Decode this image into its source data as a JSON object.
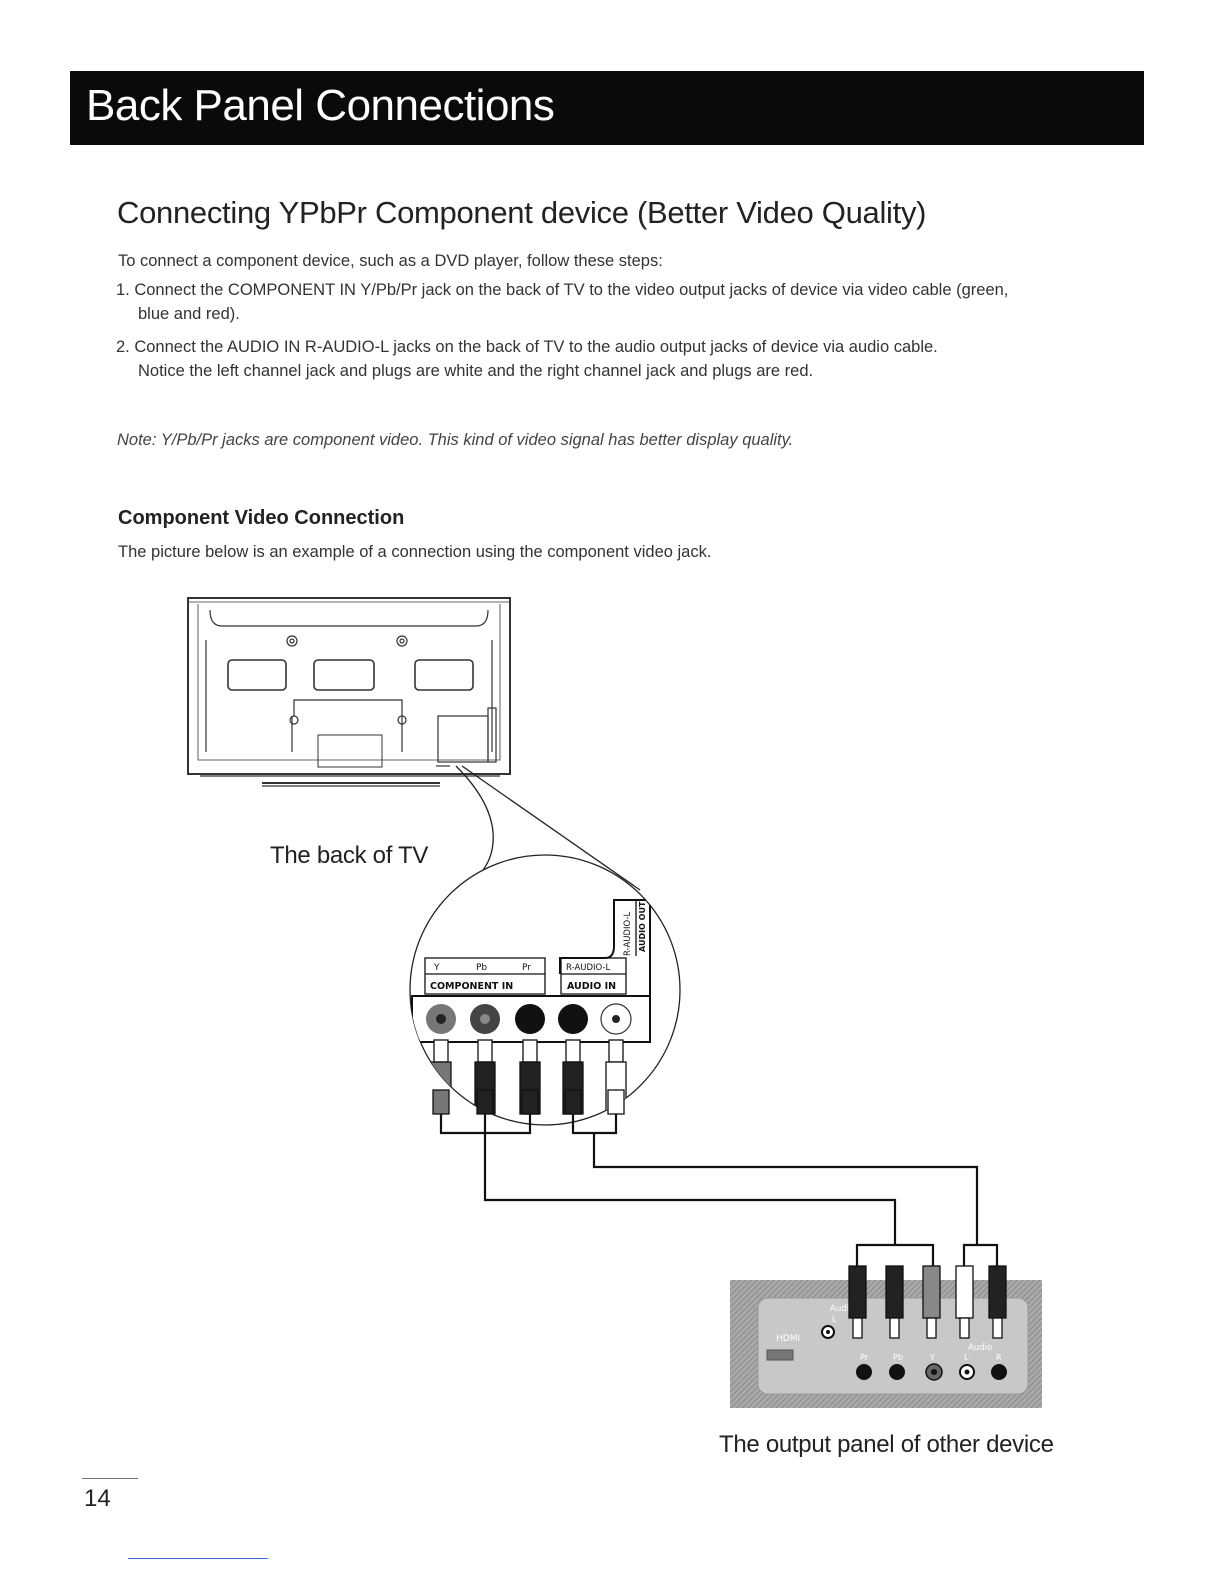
{
  "header": {
    "title": "Back Panel Connections"
  },
  "section": {
    "title": "Connecting YPbPr Component device (Better Video Quality)",
    "intro": "To  connect a component device, such as a DVD player, follow these steps:",
    "steps": [
      {
        "line1": "1. Connect the COMPONENT IN Y/Pb/Pr jack on the back of TV to the video output jacks of device via video cable (green,",
        "line2": "blue and red)."
      },
      {
        "line1": "2. Connect the AUDIO IN R-AUDIO-L jacks on the back of TV to the audio output jacks of device via audio cable.",
        "line2": "Notice the left channel jack and plugs are white and the right channel jack and plugs are red."
      }
    ],
    "note": "Note: Y/Pb/Pr jacks are component video. This kind of video signal has better display quality."
  },
  "subsection": {
    "heading": "Component Video Connection",
    "description": "The picture below is an example of a connection using the component video jack."
  },
  "diagram": {
    "tv_caption": "The back of TV",
    "device_caption": "The output panel of other device",
    "tv_panel": {
      "component_jacks": [
        "Y",
        "Pb",
        "Pr"
      ],
      "component_label": "COMPONENT  IN",
      "audio_in_jacks": "R-AUDIO-L",
      "audio_in_label": "AUDIO IN",
      "audio_out_vertical": "R-AUDIO-L",
      "audio_out_label": "AUDIO OUT"
    },
    "device_panel": {
      "hdmi": "HDMI",
      "audio_top": "Audio",
      "audio_top_l": "L",
      "audio_right": "Audio",
      "jacks": [
        "Pr",
        "Pb",
        "Y",
        "L",
        "R"
      ]
    },
    "colors": {
      "banner": "#0a0a0a",
      "panel_gray": "#9a9a9a",
      "ink": "#111111"
    }
  },
  "footer": {
    "page_number": "14"
  }
}
